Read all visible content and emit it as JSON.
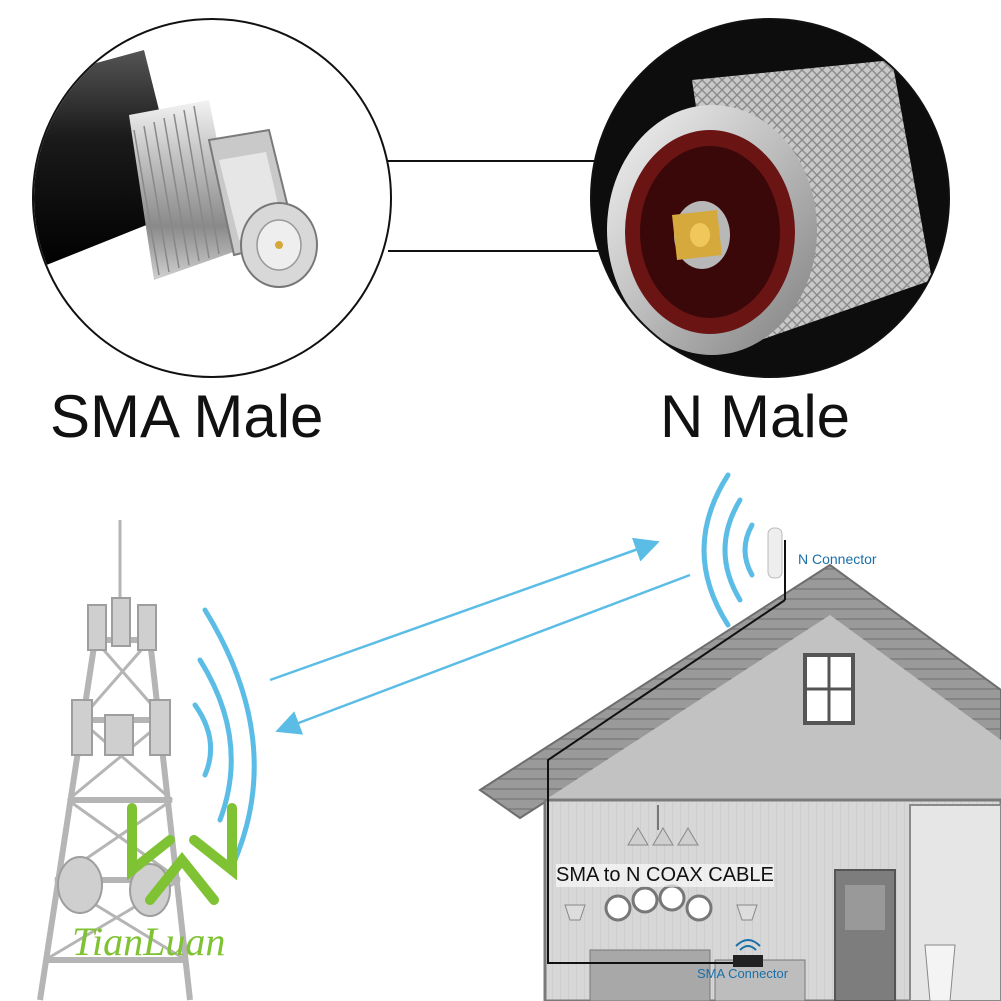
{
  "labels": {
    "sma_male": "SMA Male",
    "n_male": "N Male",
    "n_connector": "N Connector",
    "sma_connector": "SMA Connector",
    "cable": "SMA to N COAX CABLE"
  },
  "brand": {
    "name": "TianLuan",
    "color": "#7fc233"
  },
  "colors": {
    "signal": "#5bbde6",
    "accent_text": "#1a6fa8",
    "house_gray": "#8f8f8f"
  }
}
